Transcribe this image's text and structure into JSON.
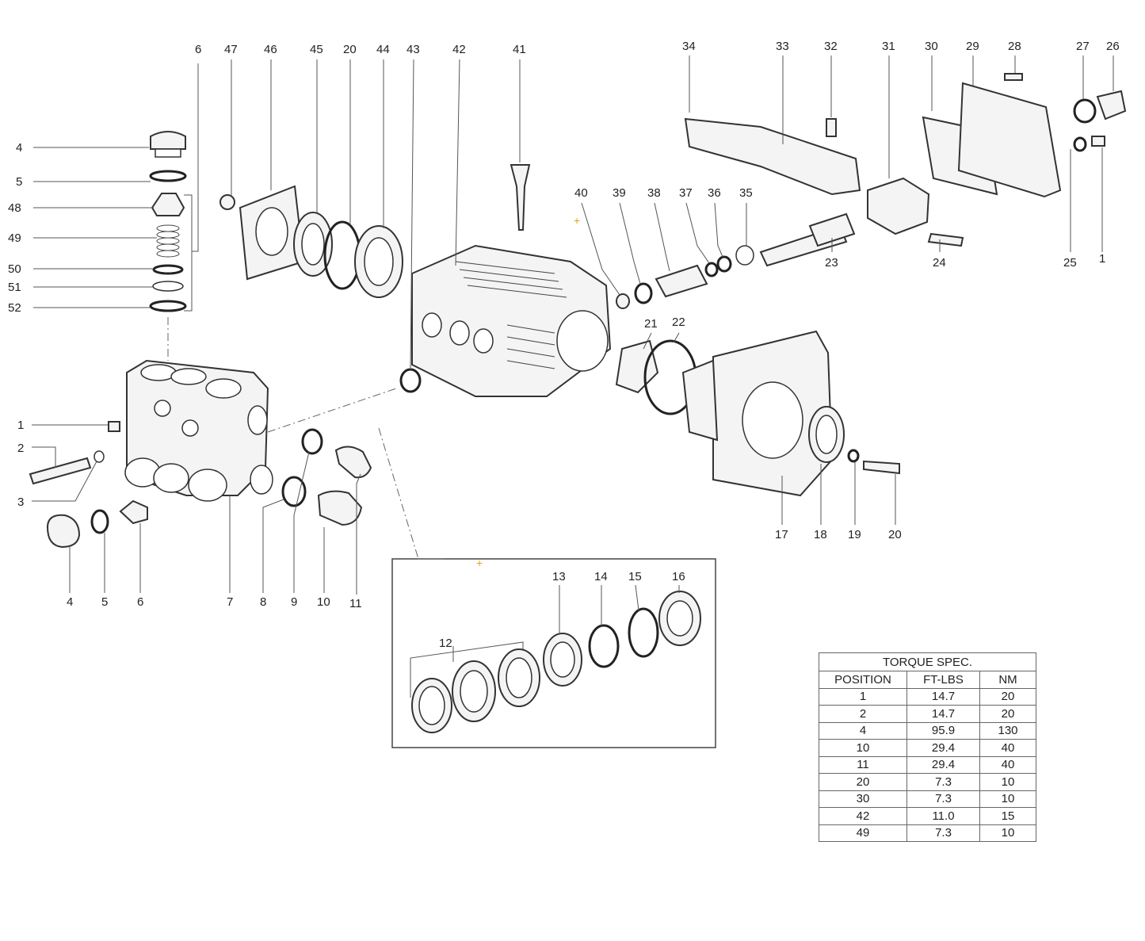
{
  "callouts": {
    "c1a": "1",
    "c2": "2",
    "c3": "3",
    "c4a": "4",
    "c5a": "5",
    "c48": "48",
    "c49": "49",
    "c50": "50",
    "c51": "51",
    "c52": "52",
    "c4b": "4",
    "c5b": "5",
    "c6b": "6",
    "c7": "7",
    "c8": "8",
    "c9": "9",
    "c10": "10",
    "c11": "11",
    "c6a": "6",
    "c47": "47",
    "c46": "46",
    "c45": "45",
    "c20a": "20",
    "c44": "44",
    "c43": "43",
    "c42": "42",
    "c41": "41",
    "c40": "40",
    "c39": "39",
    "c38": "38",
    "c37": "37",
    "c36": "36",
    "c35": "35",
    "c34": "34",
    "c33": "33",
    "c32": "32",
    "c31": "31",
    "c30": "30",
    "c29": "29",
    "c28": "28",
    "c27": "27",
    "c26": "26",
    "c23": "23",
    "c24": "24",
    "c25": "25",
    "c1b": "1",
    "c21": "21",
    "c22": "22",
    "c17": "17",
    "c18": "18",
    "c19": "19",
    "c20b": "20",
    "c12": "12",
    "c13": "13",
    "c14": "14",
    "c15": "15",
    "c16": "16"
  },
  "torque_table": {
    "title": "TORQUE SPEC.",
    "headers": [
      "POSITION",
      "FT-LBS",
      "NM"
    ],
    "rows": [
      [
        "1",
        "14.7",
        "20"
      ],
      [
        "2",
        "14.7",
        "20"
      ],
      [
        "4",
        "95.9",
        "130"
      ],
      [
        "10",
        "29.4",
        "40"
      ],
      [
        "11",
        "29.4",
        "40"
      ],
      [
        "20",
        "7.3",
        "10"
      ],
      [
        "30",
        "7.3",
        "10"
      ],
      [
        "42",
        "11.0",
        "15"
      ],
      [
        "49",
        "7.3",
        "10"
      ]
    ]
  },
  "colors": {
    "line": "#333333",
    "marker": "#e8a020"
  }
}
